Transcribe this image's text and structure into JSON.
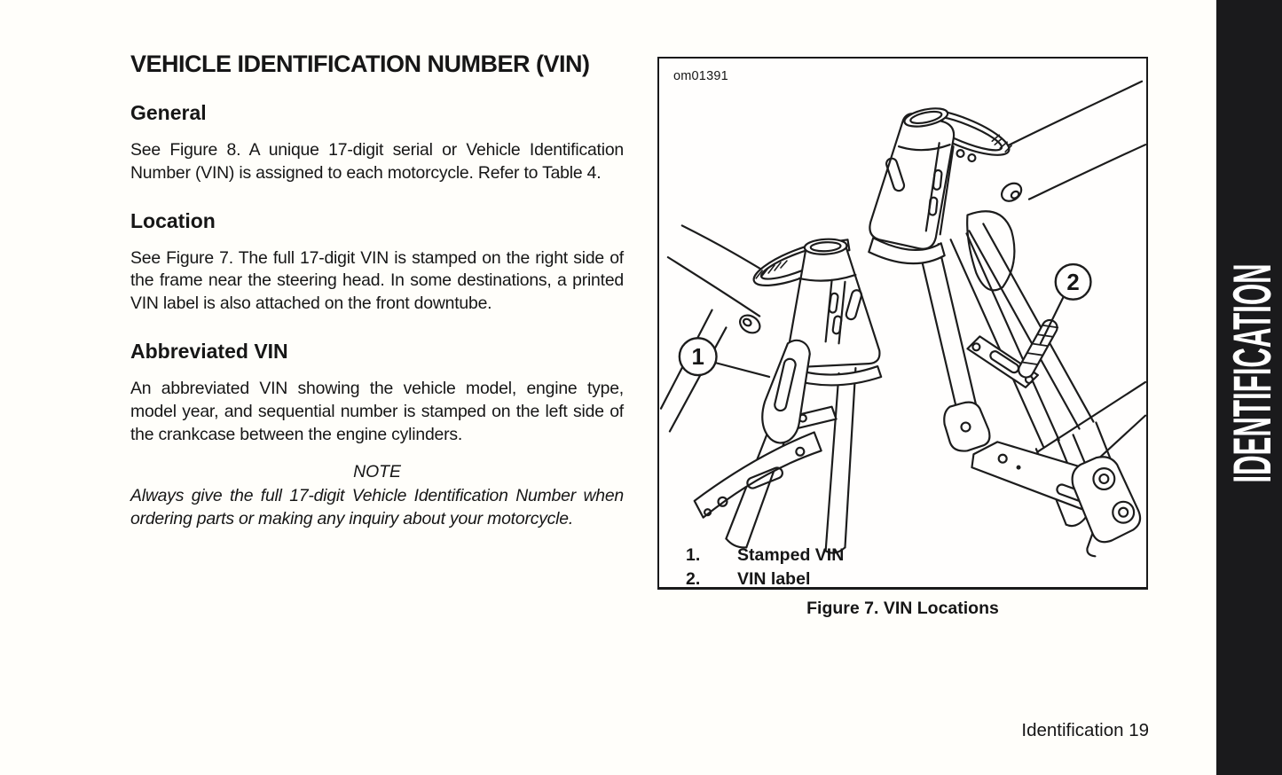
{
  "article": {
    "title": "VEHICLE IDENTIFICATION NUMBER (VIN)",
    "sections": [
      {
        "heading": "General",
        "body": "See Figure 8. A unique 17-digit serial or Vehicle Identification Number (VIN) is assigned to each motorcycle. Refer to Table 4."
      },
      {
        "heading": "Location",
        "body": "See Figure 7. The full 17-digit VIN is stamped on the right side of the frame near the steering head. In some destinations, a printed VIN label is also attached on the front downtube."
      },
      {
        "heading": "Abbreviated VIN",
        "body": "An abbreviated VIN showing the vehicle model, engine type, model year, and sequential number is stamped on the left side of the crankcase between the engine cylinders."
      }
    ],
    "note_label": "NOTE",
    "note_body": "Always give the full 17-digit Vehicle Identification Number when ordering parts or making any inquiry about your motorcycle."
  },
  "figure": {
    "code": "om01391",
    "caption": "Figure 7. VIN Locations",
    "callouts": [
      {
        "digit": "1",
        "legend_num": "1.",
        "label": "Stamped VIN"
      },
      {
        "digit": "2",
        "legend_num": "2.",
        "label": "VIN label"
      }
    ]
  },
  "sidebar": {
    "label": "IDENTIFICATION"
  },
  "footer": {
    "page_label": "Identification 19"
  },
  "colors": {
    "sidebar_bg": "#1a1a1c",
    "ink": "#1b1b1b",
    "paper": "#fffefa"
  }
}
